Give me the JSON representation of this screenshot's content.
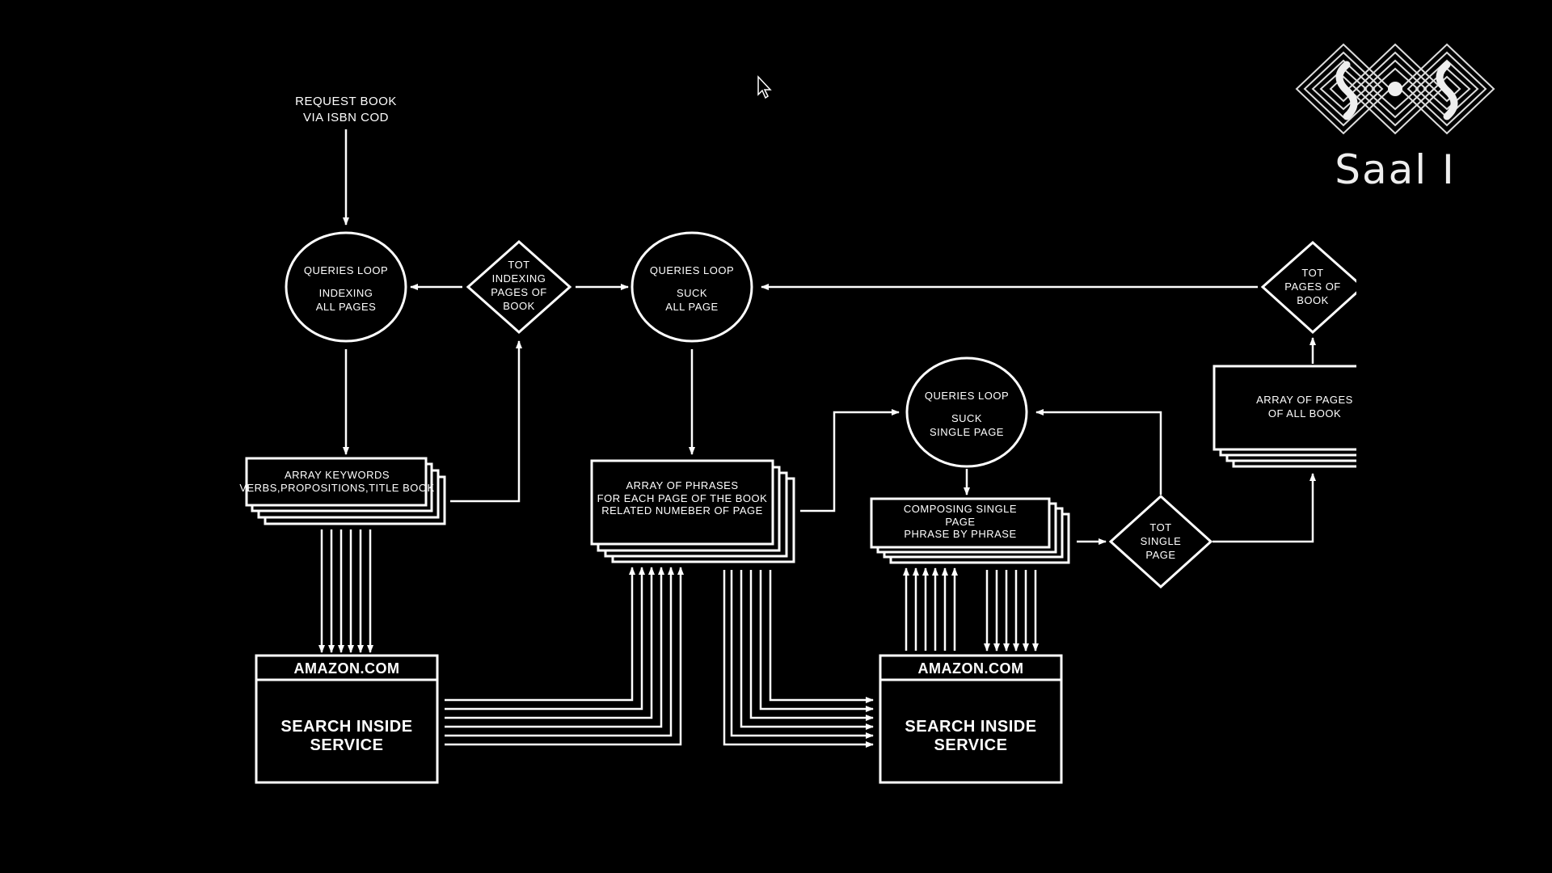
{
  "brand": {
    "name": "Saal I"
  },
  "nodes": {
    "request": [
      "REQUEST BOOK",
      "VIA ISBN COD"
    ],
    "loop1": [
      "QUERIES LOOP",
      "",
      "INDEXING",
      "ALL PAGES"
    ],
    "tot_indexing": [
      "TOT",
      "INDEXING",
      "PAGES OF",
      "BOOK"
    ],
    "loop2": [
      "QUERIES LOOP",
      "",
      "SUCK",
      "ALL PAGE"
    ],
    "tot_pages": [
      "TOT",
      "PAGES OF",
      "BOOK"
    ],
    "array_keywords": [
      "ARRAY KEYWORDS",
      "VERBS,PROPOSITIONS,TITLE BOOK"
    ],
    "array_phrases": [
      "ARRAY OF PHRASES",
      "FOR EACH PAGE OF THE BOOK",
      "RELATED NUMEBER OF PAGE"
    ],
    "loop3": [
      "QUERIES LOOP",
      "",
      "SUCK",
      "SINGLE PAGE"
    ],
    "array_pages": [
      "ARRAY OF PAGES",
      "OF ALL BOOK"
    ],
    "composing": [
      "COMPOSING SINGLE",
      "PAGE",
      "PHRASE BY PHRASE"
    ],
    "tot_single": [
      "TOT",
      "SINGLE",
      "PAGE"
    ],
    "amazon1": {
      "header": "AMAZON.COM",
      "body": [
        "SEARCH INSIDE",
        "SERVICE"
      ]
    },
    "amazon2": {
      "header": "AMAZON.COM",
      "body": [
        "SEARCH INSIDE",
        "SERVICE"
      ]
    }
  }
}
